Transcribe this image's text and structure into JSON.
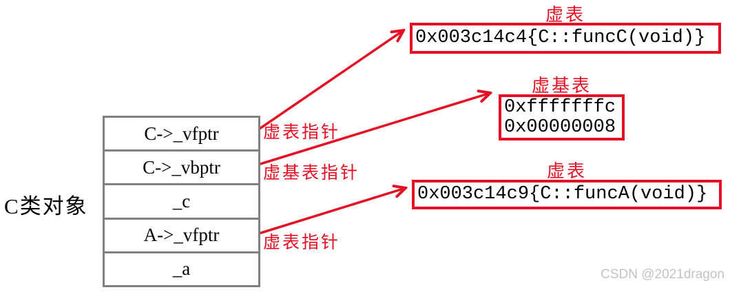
{
  "diagram": {
    "object_label": "C类对象",
    "memory_table": {
      "rows": [
        "C->_vfptr",
        "C->_vbptr",
        "_c",
        "A->_vfptr",
        "_a"
      ]
    },
    "pointer_labels": [
      {
        "text": "虚表指针"
      },
      {
        "text": "虚基表指针"
      },
      {
        "text": "虚表指针"
      }
    ],
    "tables": [
      {
        "title": "虚表",
        "lines": [
          "0x003c14c4{C::funcC(void)}"
        ]
      },
      {
        "title": "虚基表",
        "lines": [
          "0xfffffffc",
          "0x00000008"
        ]
      },
      {
        "title": "虚表",
        "lines": [
          "0x003c14c9{C::funcA(void)}"
        ]
      }
    ],
    "watermark": "CSDN @2021dragon",
    "colors": {
      "accent_red": "#e31123",
      "table_border_gray": "#808080",
      "text_black": "#000000",
      "watermark_gray": "#c3c3c3"
    }
  }
}
